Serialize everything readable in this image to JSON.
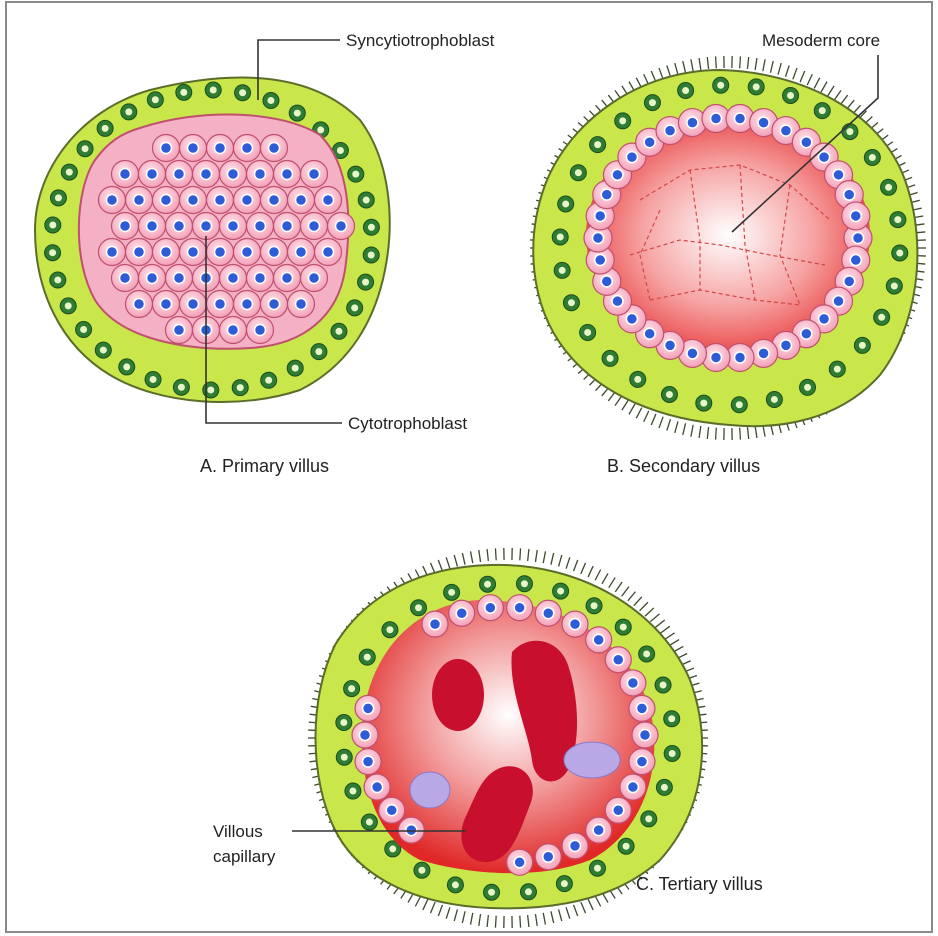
{
  "labels": {
    "syncytiotrophoblast": "Syncytiotrophoblast",
    "cytotrophoblast": "Cytotrophoblast",
    "mesoderm_core": "Mesoderm core",
    "villous_capillary_line1": "Villous",
    "villous_capillary_line2": "capillary"
  },
  "captions": {
    "a": "A. Primary villus",
    "b": "B. Secondary villus",
    "c": "C. Tertiary villus"
  },
  "colors": {
    "syncytium": "#c9e64a",
    "syncytium_edge": "#5a6e2a",
    "syncytium_nucleus": "#2f7d32",
    "cyto_cell": "#f6b8c8",
    "cyto_cell_edge": "#c0506e",
    "cyto_nucleus": "#2e5bd6",
    "core_red": "#e02828",
    "capillary": "#c8102e",
    "lavender": "#b8a8e6",
    "leader": "#333333",
    "border": "#888888"
  }
}
